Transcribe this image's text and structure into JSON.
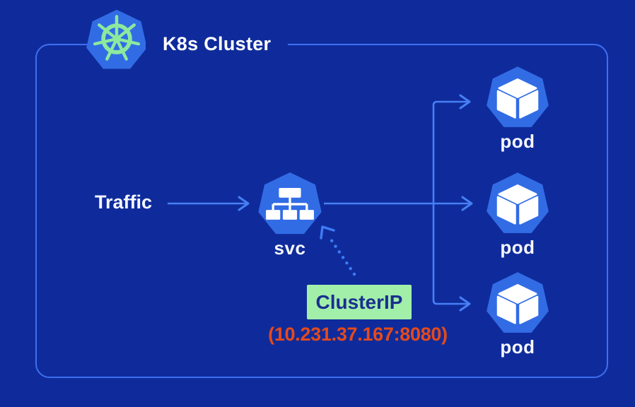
{
  "colors": {
    "background": "#0f2b9b",
    "node_blue": "#326ce5",
    "arrow_blue": "#4680f4",
    "border_blue": "#3d6ff0",
    "helm_green": "#8ce99e",
    "icon_white": "#ffffff",
    "clusterip_bg": "#a2efaa",
    "clusterip_text": "#1b2f8f",
    "ip_text": "#e54a1b",
    "label_text": "#f5f7ff"
  },
  "cluster": {
    "title": "K8s Cluster"
  },
  "traffic": {
    "label": "Traffic"
  },
  "service": {
    "label": "svc"
  },
  "pods": [
    {
      "label": "pod"
    },
    {
      "label": "pod"
    },
    {
      "label": "pod"
    }
  ],
  "clusterip": {
    "label": "ClusterIP",
    "address": "(10.231.37.167:8080)"
  },
  "icons": {
    "kubernetes_logo": "k8s-helm-wheel-icon",
    "service": "service-tree-icon",
    "pod": "pod-cube-icon"
  }
}
